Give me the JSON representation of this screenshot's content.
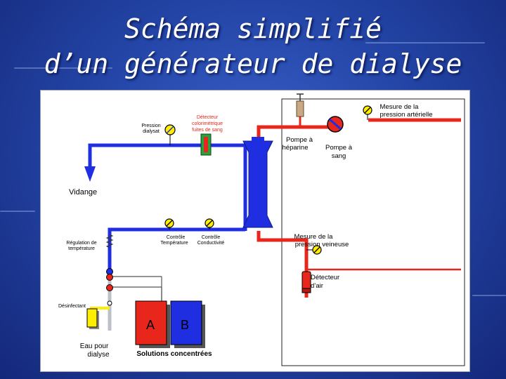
{
  "slide": {
    "title_line1": "Schéma simplifié",
    "title_line2": "d’un générateur de dialyse"
  },
  "diagram": {
    "labels": {
      "mesure_arterielle_1": "Mesure de la",
      "mesure_arterielle_2": "pression artérielle",
      "detecteur_colori_1": "Détecteur",
      "detecteur_colori_2": "colorimétrique",
      "detecteur_colori_3": "fuites de sang",
      "pression_dialysat_1": "Pression",
      "pression_dialysat_2": "dialysat",
      "pompe_heparine_1": "Pompe à",
      "pompe_heparine_2": "héparine",
      "pompe_sang_1": "Pompe à",
      "pompe_sang_2": "sang",
      "vidange": "Vidange",
      "regulation_1": "Régulation de",
      "regulation_2": "température",
      "controle_temp_1": "Contrôle",
      "controle_temp_2": "Température",
      "controle_cond_1": "Contrôle",
      "controle_cond_2": "Conductivité",
      "mesure_veineuse_1": "Mesure de la",
      "mesure_veineuse_2": "pression veineuse",
      "detecteur_air_1": "Détecteur",
      "detecteur_air_2": "d’air",
      "desinfectant": "Désinfectant",
      "eau_1": "Eau pour",
      "eau_2": "dialyse",
      "solution_a": "A",
      "solution_b": "B",
      "solutions": "Solutions concentrées"
    }
  }
}
